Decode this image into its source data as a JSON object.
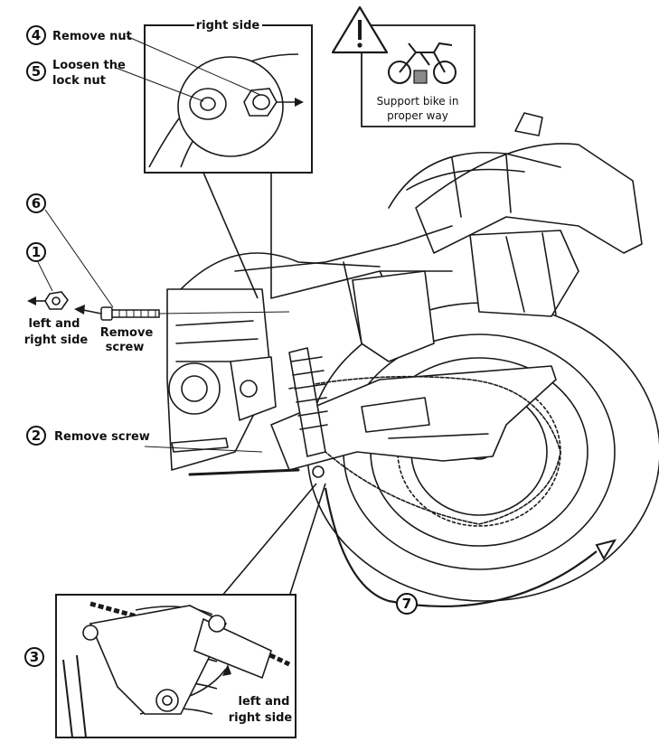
{
  "steps": [
    {
      "num": "4",
      "label": "Remove nut"
    },
    {
      "num": "5",
      "label_line1": "Loosen the",
      "label_line2": "lock nut"
    },
    {
      "num": "6",
      "label": ""
    },
    {
      "num": "1",
      "label_line1": "left and",
      "label_line2": "right side"
    },
    {
      "num": "2",
      "label": "Remove screw"
    },
    {
      "num": "3",
      "label": ""
    },
    {
      "num": "7",
      "label": ""
    }
  ],
  "callouts": {
    "right_side_inset_title": "right side",
    "remove_screw_line1": "Remove",
    "remove_screw_line2": "screw",
    "bottom_inset_line1": "left and",
    "bottom_inset_line2": "right side"
  },
  "warning": {
    "icon": "warning-triangle-icon",
    "text_line1": "Support bike in",
    "text_line2": "proper way"
  },
  "colors": {
    "line": "#1a1a1a",
    "warning_fill": "#ffffff",
    "stand_grey": "#8a8a8a"
  }
}
